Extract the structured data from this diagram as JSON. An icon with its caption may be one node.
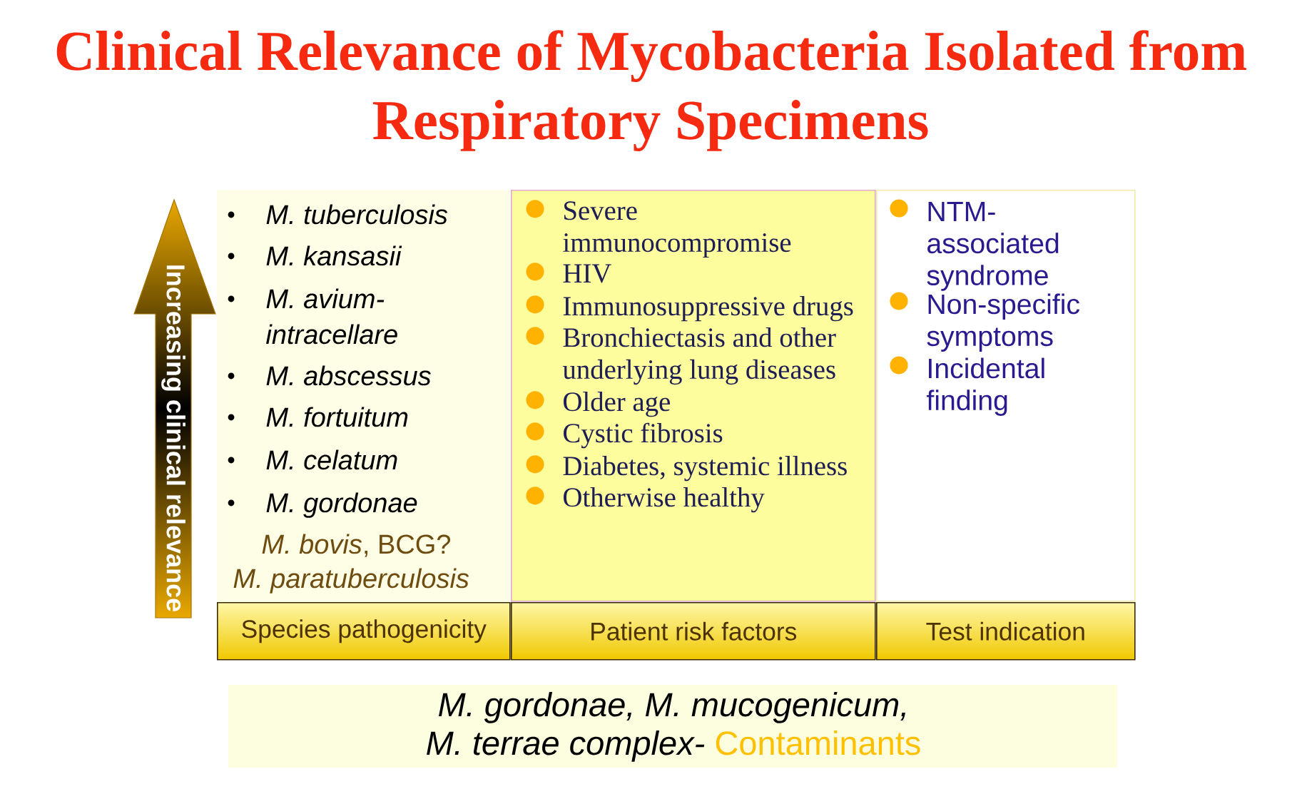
{
  "diagram": {
    "title": "Clinical Relevance of Mycobacteria Isolated from Respiratory Specimens",
    "nodes": [
      {
        "text": [
          "Increasing clinical relevance"
        ]
      },
      {
        "text": [
          "M. tuberculosis",
          "M. kansasii",
          "M. avium- intracellare",
          "M. abscessus",
          "M. fortuitum",
          "M. celatum",
          "M. gordonae",
          "*M. bovis*, BCG?",
          "M. paratuberculosis"
        ]
      },
      {
        "text": [
          "Severe immunocompromise",
          "HIV",
          "Immunosuppressive drugs",
          "Bronchiectasis and other underlying lung diseases",
          "Older age",
          "Cystic fibrosis",
          "Diabetes, systemic illness",
          "Otherwise healthy"
        ]
      },
      {
        "text": [
          "NTM- associated syndrome",
          "Non-specific symptoms",
          "Incidental finding"
        ]
      },
      {
        "text": [
          "Species pathogenicity"
        ]
      },
      {
        "text": [
          "Patient risk factors"
        ]
      },
      {
        "text": [
          "Test indication"
        ]
      },
      {
        "text": [
          "M. gordonae, M. mucogenicum, M. terrae complex-",
          "Contaminants"
        ]
      }
    ]
  }
}
